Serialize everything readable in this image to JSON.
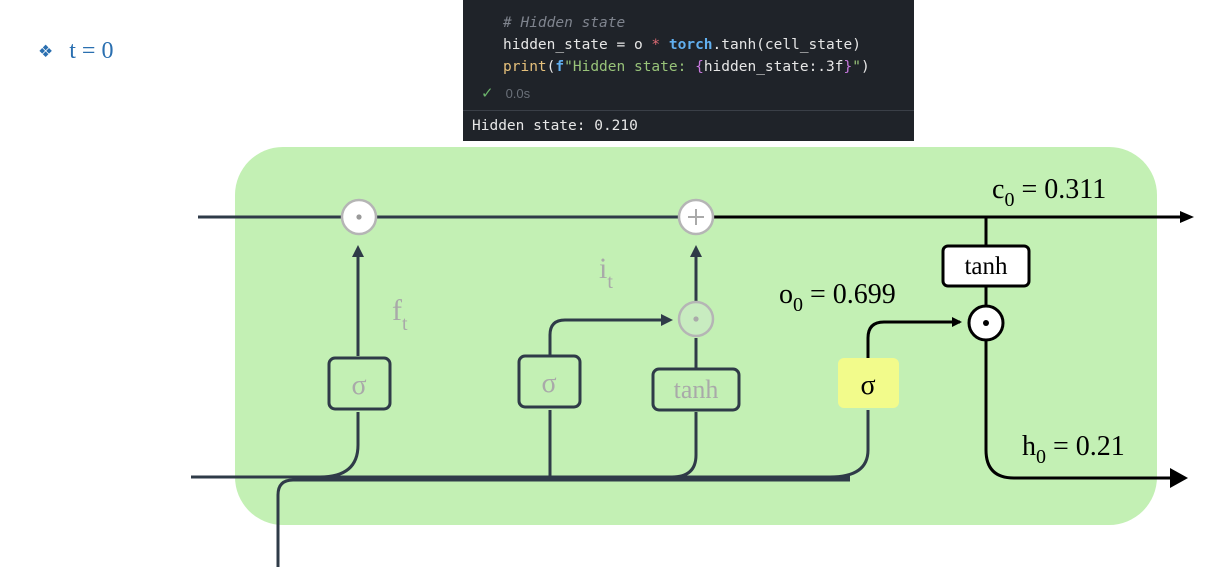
{
  "bullet": {
    "marker": "❖",
    "text": "t = 0"
  },
  "code": {
    "comment": "# Hidden state",
    "line1": {
      "a": "hidden_state = o ",
      "op": "*",
      "b": " ",
      "c": "torch",
      "d": ".tanh(cell_state)"
    },
    "line2": {
      "fn": "print",
      "p": "(",
      "f": "f",
      "s1": "\"Hidden state: ",
      "ob": "{",
      "expr": "hidden_state:.3f",
      "cb": "}",
      "s2": "\"",
      "end": ")"
    },
    "check": "✓",
    "time": "0.0s",
    "output": "Hidden state: 0.210"
  },
  "diagram": {
    "labels": {
      "c0": "c",
      "c0_sub": "0",
      "c0_val": " = 0.311",
      "o0": "o",
      "o0_sub": "0",
      "o0_val": " = 0.699",
      "h0": "h",
      "h0_sub": "0",
      "h0_val": " = 0.21",
      "ft": "f",
      "ft_sub": "t",
      "it": "i",
      "it_sub": "t"
    },
    "gates": {
      "forget_sigma": "σ",
      "input_sigma": "σ",
      "candidate_tanh": "tanh",
      "output_sigma": "σ",
      "cell_tanh": "tanh"
    },
    "ops": {
      "mult": "⊙",
      "add": "+"
    }
  },
  "colors": {
    "cell_background": "#c3f0b4",
    "faded": "#a9a9a9",
    "active": "#000000",
    "highlight_gate": "#f2fb8b",
    "bullet": "#2a6fb0"
  }
}
